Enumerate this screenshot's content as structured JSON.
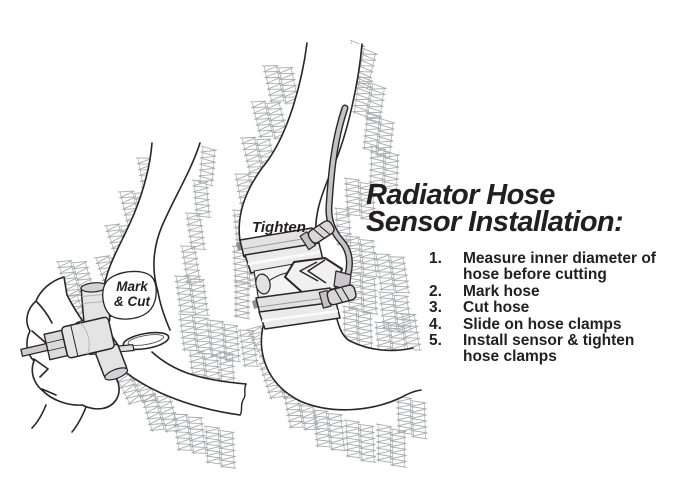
{
  "title": {
    "line1": "Radiator Hose",
    "line2": "Sensor Installation:"
  },
  "labels": {
    "mark_cut_line1": "Mark",
    "mark_cut_line2": "& Cut",
    "tighten": "Tighten"
  },
  "steps": [
    {
      "num": "1.",
      "text": "Measure inner diameter of hose before cutting"
    },
    {
      "num": "2.",
      "text": "Mark hose"
    },
    {
      "num": "3.",
      "text": "Cut hose"
    },
    {
      "num": "4.",
      "text": "Slide on hose clamps"
    },
    {
      "num": "5.",
      "text": "Install sensor & tighten hose clamps"
    }
  ],
  "colors": {
    "ink": "#231f20",
    "line": "#2a2627",
    "fin_gray": "#a8aaac",
    "metal_light": "#e6e6e7",
    "metal_mid": "#d2d2d4",
    "wire_gray": "#c3c3c5",
    "background": "#ffffff"
  }
}
